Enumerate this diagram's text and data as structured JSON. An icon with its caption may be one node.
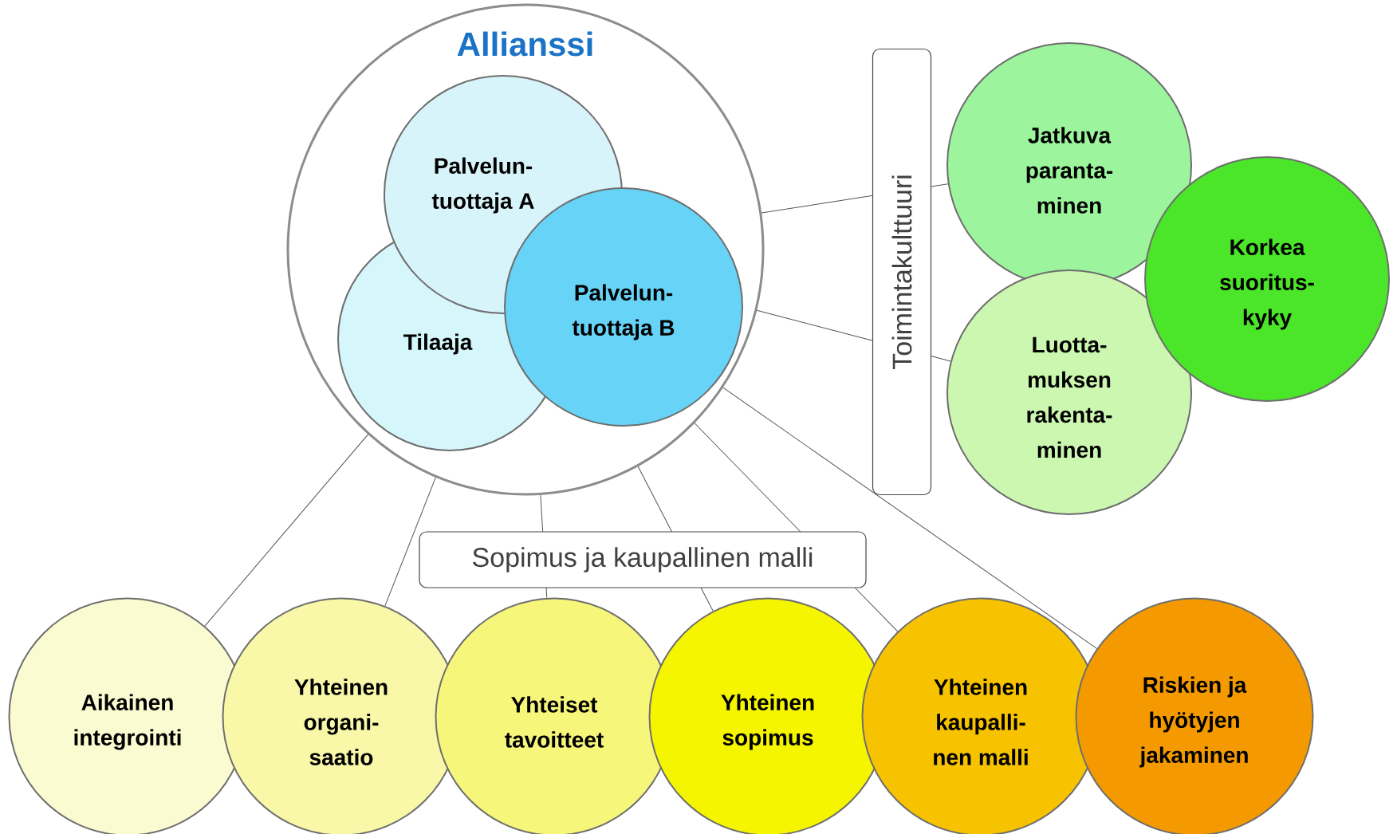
{
  "diagram": {
    "nodes": [
      {
        "text": [
          "Allianssi"
        ]
      },
      {
        "text": [
          "Palvelun-tuottaja A"
        ],
        "in": 0
      },
      {
        "text": [
          "Tilaaja"
        ],
        "in": 0
      },
      {
        "text": [
          "Palvelun-tuottaja B"
        ],
        "in": 0
      },
      {
        "text": [
          "Toimintakulttuuri"
        ]
      },
      {
        "text": [
          "Jatkuva paranta-minen"
        ]
      },
      {
        "text": [
          "Korkea suoritus-kyky"
        ]
      },
      {
        "text": [
          "Luotta-muksen rakenta-minen"
        ]
      },
      {
        "text": [
          "Sopimus ja kaupallinen malli"
        ]
      },
      {
        "text": [
          "Aikainen integrointi"
        ]
      },
      {
        "text": [
          "Yhteinen organi-saatio"
        ]
      },
      {
        "text": [
          "Yhteiset tavoitteet"
        ]
      },
      {
        "text": [
          "Yhteinen sopimus"
        ]
      },
      {
        "text": [
          "Yhteinen kaupalli-nen malli"
        ]
      },
      {
        "text": [
          "Riskien ja hyötyjen jakaminen"
        ]
      }
    ],
    "edges": [
      {
        "from": 0,
        "to": 4,
        "arrow": "none"
      },
      {
        "from": 4,
        "to": 5,
        "arrow": "none"
      },
      {
        "from": 0,
        "to": 4,
        "arrow": "none"
      },
      {
        "from": 4,
        "to": 7,
        "arrow": "none"
      },
      {
        "from": 0,
        "to": 9,
        "arrow": "none"
      },
      {
        "from": 0,
        "to": 10,
        "arrow": "none"
      },
      {
        "from": 0,
        "to": 8,
        "arrow": "none"
      },
      {
        "from": 8,
        "to": 11,
        "arrow": "none"
      },
      {
        "from": 0,
        "to": 8,
        "arrow": "none"
      },
      {
        "from": 8,
        "to": 12,
        "arrow": "none"
      },
      {
        "from": 0,
        "to": 8,
        "arrow": "none"
      },
      {
        "from": 8,
        "to": 13,
        "arrow": "none"
      },
      {
        "from": 0,
        "to": 14,
        "arrow": "none"
      }
    ]
  }
}
